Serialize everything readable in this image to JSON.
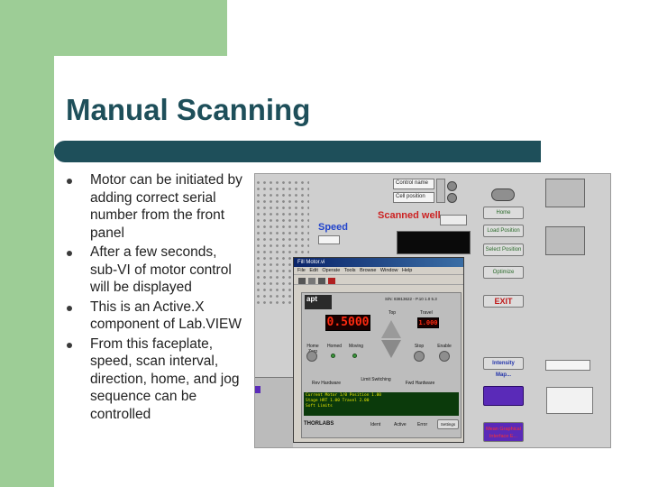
{
  "slide": {
    "title": "Manual Scanning",
    "bullets": [
      "Motor can be initiated by adding correct serial number from the front panel",
      "After a few seconds, sub-VI of motor control will be displayed",
      "This is an Active.X component of Lab.VIEW",
      "From this faceplate, speed, scan interval, direction, home, and jog sequence can be controlled"
    ]
  },
  "colors": {
    "green": "#9dcd96",
    "teal": "#1e4f5a",
    "led_red": "#ff2a10"
  },
  "screenshot": {
    "speed_label": "Speed",
    "scanned_well_label": "Scanned well",
    "fields": [
      "Control name",
      "Cell position"
    ],
    "buttons": [
      "Home",
      "Load Position",
      "Select Position",
      "Optimize",
      "EXIT",
      "Intensity Map...",
      "Mean Graphical Interface E..."
    ],
    "vi_window": {
      "title": "Fill Motor.vi",
      "menu": "File Edit Operate Tools Browse Window Help",
      "device_label": "apt",
      "serial_text": "S/N: 83813622 - P.10 1.0 5.3",
      "position_value": "0.5000",
      "step_value": "1.000",
      "top_label": "Top",
      "travel_label": "Travel",
      "btn_labels": [
        "Home Zero",
        "Homed",
        "Moving",
        "Stop",
        "Enable"
      ],
      "lower_labels": [
        "Rev Hardware",
        "Limit Switching",
        "Fwd Hardware"
      ],
      "status_lines": [
        "Current Motor 1/0 Position 1.00",
        "Stage HRT 1.00 Travel 2.00",
        "Soft Limits"
      ],
      "footer": [
        "THORLABS",
        "Ident",
        "Active",
        "Error",
        "Settings"
      ]
    }
  }
}
